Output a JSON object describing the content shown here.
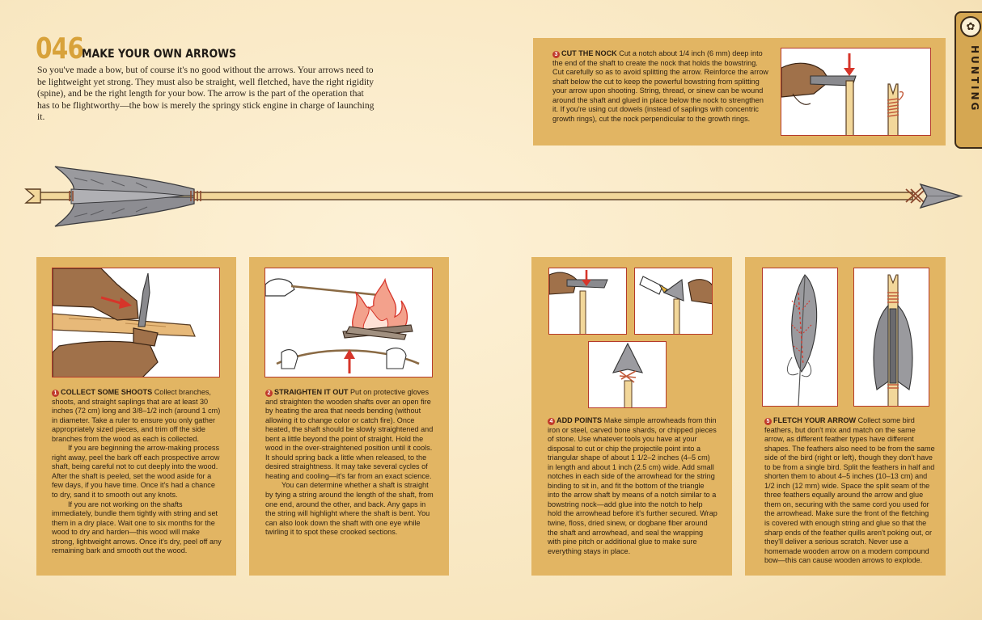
{
  "header": {
    "number": "046",
    "title": "MAKE YOUR OWN ARROWS",
    "intro": "So you've made a bow, but of course it's no good without the arrows. Your arrows need to be lightweight yet strong. They must also be straight, well fletched, have the right rigidity (spine), and be the right length for your bow. The arrow is the part of the operation that has to be flightworthy—the bow is merely the springy stick engine in charge of launching it."
  },
  "section_tab": {
    "label": "HUNTING",
    "icon": "rabbit-icon",
    "icon_glyph": "✿"
  },
  "colors": {
    "panel": "#e2b563",
    "accent": "#d8a23a",
    "frame": "#b53a2b",
    "step_badge": "#c0392b"
  },
  "steps": {
    "s1": {
      "number": "1",
      "heading": "COLLECT SOME SHOOTS",
      "p1": "Collect branches, shoots, and straight saplings that are at least 30 inches (72 cm) long and 3/8–1/2 inch (around 1 cm) in diameter. Take a ruler to ensure you only gather appropriately sized pieces, and trim off the side branches from the wood as each is collected.",
      "p2": "If you are beginning the arrow-making process right away, peel the bark off each prospective arrow shaft, being careful not to cut deeply into the wood. After the shaft is peeled, set the wood aside for a few days, if you have time. Once it's had a chance to dry, sand it to smooth out any knots.",
      "p3": "If you are not working on the shafts immediately, bundle them tightly with string and set them in a dry place. Wait one to six months for the wood to dry and harden—this wood will make strong, lightweight arrows. Once it's dry, peel off any remaining bark and smooth out the wood."
    },
    "s2": {
      "number": "2",
      "heading": "STRAIGHTEN IT OUT",
      "p1": "Put on protective gloves and straighten the wooden shafts over an open fire by heating the area that needs bending (without allowing it to change color or catch fire). Once heated, the shaft should be slowly straightened and bent a little beyond the point of straight. Hold the wood in the over-straightened position until it cools. It should spring back a little when released, to the desired straightness. It may take several cycles of heating and cooling—it's far from an exact science.",
      "p2": "You can determine whether a shaft is straight by tying a string around the length of the shaft, from one end, around the other, and back. Any gaps in the string will highlight where the shaft is bent. You can also look down the shaft with one eye while twirling it to spot these crooked sections."
    },
    "s3": {
      "number": "3",
      "heading": "CUT THE NOCK",
      "p1": "Cut a notch about 1/4 inch (6 mm) deep into the end of the shaft to create the nock that holds the bowstring. Cut carefully so as to avoid splitting the arrow. Reinforce the arrow shaft below the cut to keep the powerful bowstring from splitting your arrow upon shooting. String, thread, or sinew can be wound around the shaft and glued in place below the nock to strengthen it. If you're using cut dowels (instead of saplings with concentric growth rings), cut the nock perpendicular to the growth rings."
    },
    "s4": {
      "number": "4",
      "heading": "ADD POINTS",
      "p1": "Make simple arrowheads from thin iron or steel, carved bone shards, or chipped pieces of stone. Use whatever tools you have at your disposal to cut or chip the projectile point into a triangular shape of about 1 1/2–2 inches (4–5 cm) in length and about 1 inch (2.5 cm) wide. Add small notches in each side of the arrowhead for the string binding to sit in, and fit the bottom of the triangle into the arrow shaft by means of a notch similar to a bowstring nock—add glue into the notch to help hold the arrowhead before it's further secured. Wrap twine, floss, dried sinew, or dogbane fiber around the shaft and arrowhead, and seal the wrapping with pine pitch or additional glue to make sure everything stays in place."
    },
    "s5": {
      "number": "5",
      "heading": "FLETCH YOUR ARROW",
      "p1": "Collect some bird feathers, but don't mix and match on the same arrow, as different feather types have different shapes. The feathers also need to be from the same side of the bird (right or left), though they don't have to be from a single bird. Split the feathers in half and shorten them to about 4–5 inches (10–13 cm) and 1/2 inch (12 mm) wide. Space the split seam of the three feathers equally around the arrow and glue them on, securing with the same cord you used for the arrowhead. Make sure the front of the fletching is covered with enough string and glue so that the sharp ends of the feather quills aren't poking out, or they'll deliver a serious scratch. Never use a homemade wooden arrow on a modern compound bow—this can cause wooden arrows to explode."
    }
  }
}
